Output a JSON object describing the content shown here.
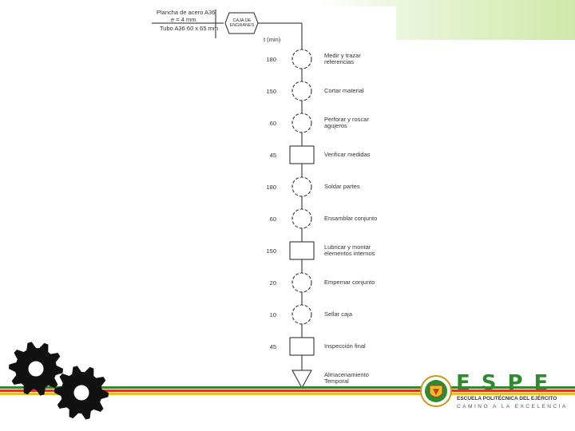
{
  "diagram": {
    "inputs": {
      "line1": "Plancha de acero A36",
      "line2": "e = 4 mm",
      "line3": "Tubo A36 60 x 65 mm",
      "box_label": "CAJA DE ENGRANES"
    },
    "time_header": "t (min)",
    "steps": [
      {
        "time": "180",
        "shape": "circle",
        "label": "Medir y trazar\nreferencias"
      },
      {
        "time": "150",
        "shape": "circle",
        "label": "Cortar material"
      },
      {
        "time": "60",
        "shape": "circle",
        "label": "Perforar y roscar\nagujeros"
      },
      {
        "time": "45",
        "shape": "square",
        "label": "Verificar medidas"
      },
      {
        "time": "180",
        "shape": "circle",
        "label": "Soldar partes"
      },
      {
        "time": "60",
        "shape": "circle",
        "label": "Ensamblar conjunto"
      },
      {
        "time": "150",
        "shape": "square",
        "label": "Lubricar y montar\nelementos internos"
      },
      {
        "time": "20",
        "shape": "circle",
        "label": "Empernar conjunto"
      },
      {
        "time": "10",
        "shape": "circle",
        "label": "Sellar caja"
      },
      {
        "time": "45",
        "shape": "square",
        "label": "Inspección final"
      },
      {
        "time": "",
        "shape": "triangle",
        "label": "Almacenamiento\nTemporal"
      }
    ]
  },
  "logo": {
    "letters": "ESPE",
    "subtitle1": "ESCUELA POLITÉCNICA DEL EJÉRCITO",
    "subtitle2": "CAMINO A LA EXCELENCIA",
    "brand_green": "#2e8b2e",
    "stripe_colors": [
      "#2f8a2f",
      "#d8342c",
      "#e8c020"
    ]
  },
  "decor": {
    "icon": "gears-icon"
  }
}
